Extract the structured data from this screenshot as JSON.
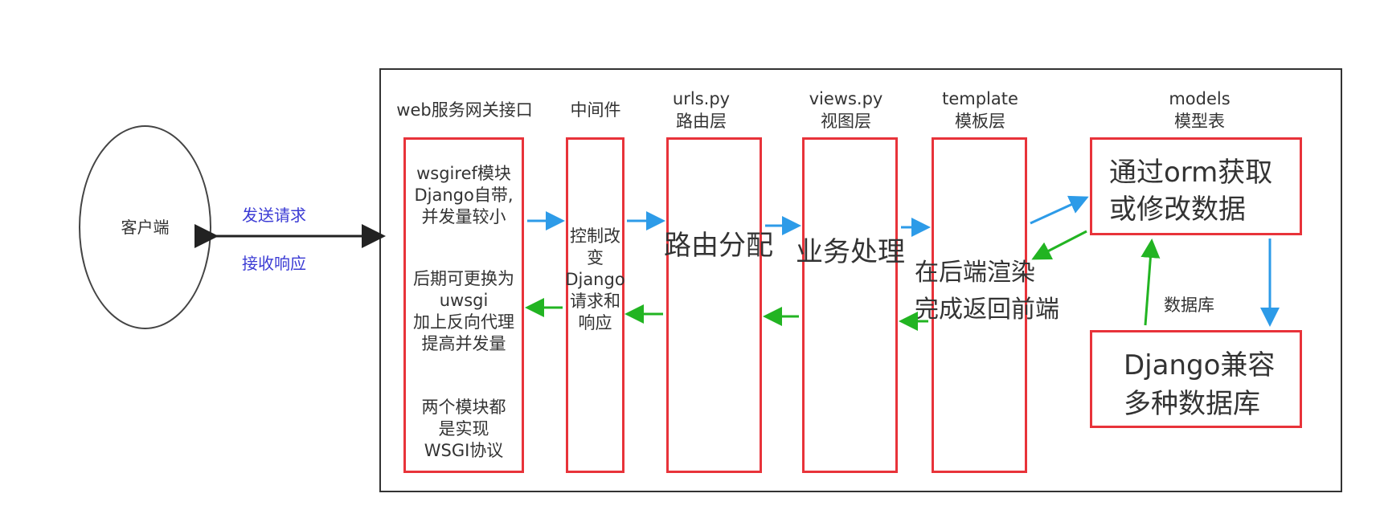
{
  "client": {
    "label": "客户端"
  },
  "arrows": {
    "send": "发送请求",
    "receive": "接收响应"
  },
  "columns": {
    "gateway": {
      "title": "web服务网关接口",
      "text1": [
        "wsgiref模块",
        "Django自带,",
        "并发量较小"
      ],
      "text2": [
        "后期可更换为",
        "uwsgi",
        "加上反向代理",
        "提高并发量"
      ],
      "text3": [
        "两个模块都",
        "是实现",
        "WSGI协议"
      ]
    },
    "middleware": {
      "title": "中间件",
      "text": [
        "控制改",
        "变",
        "Django",
        "请求和",
        "响应"
      ]
    },
    "urls": {
      "title1": "urls.py",
      "title2": "路由层",
      "text": "路由分配"
    },
    "views": {
      "title1": "views.py",
      "title2": "视图层",
      "text": "业务处理"
    },
    "template": {
      "title1": "template",
      "title2": "模板层",
      "text": [
        "在后端渲染",
        "完成返回前端"
      ]
    },
    "models": {
      "title1": "models",
      "title2": "模型表",
      "text": [
        "通过orm获取",
        "或修改数据"
      ]
    }
  },
  "database": {
    "label": "数据库",
    "text": [
      "Django兼容",
      "多种数据库"
    ]
  },
  "colors": {
    "red": "#e8333a",
    "blue": "#2d9be8",
    "green": "#22b422",
    "frame": "#333333"
  }
}
